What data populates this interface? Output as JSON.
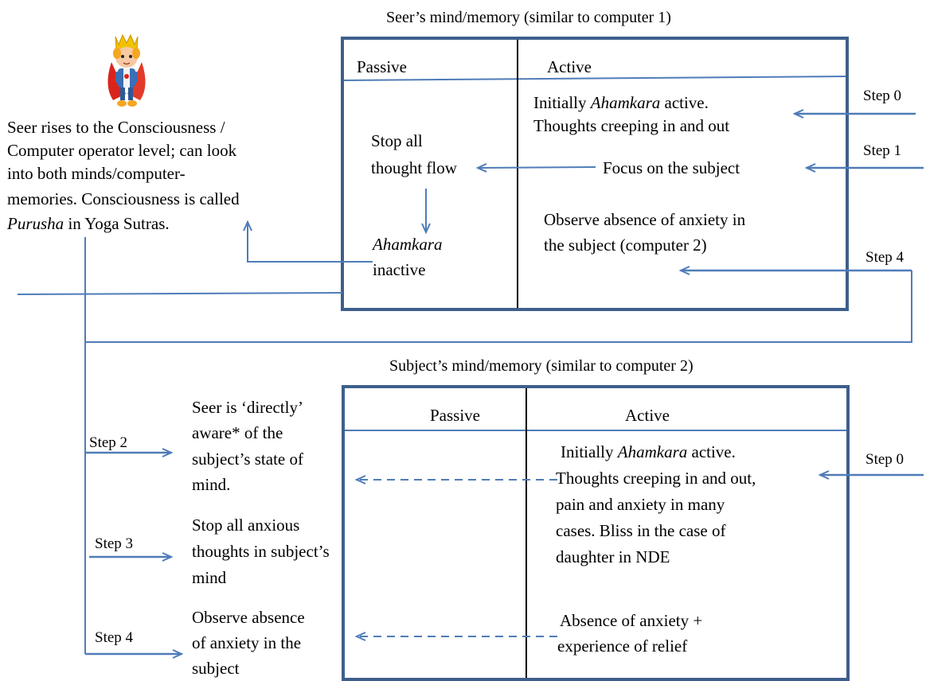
{
  "colors": {
    "line": "#4f7cb8",
    "box": "#3d5f8c",
    "divider": "#000000"
  },
  "icons": {
    "king": "king-character-icon"
  },
  "seer": {
    "title": "Seer’s mind/memory (similar to computer 1)",
    "col_passive": "Passive",
    "col_active": "Active",
    "initially_line1_term": "Ahamkara",
    "initially_line1_rest": "active.",
    "initially_line1_pre": "Initially",
    "initially_line2": "Thoughts creeping in and out",
    "focus": "Focus on the subject",
    "stop_line1": "Stop all",
    "stop_line2": "thought flow",
    "ahamkara_term": "Ahamkara",
    "ahamkara_rest": "inactive",
    "observe_line1": "Observe absence of anxiety in",
    "observe_line2": "the subject (computer 2)"
  },
  "consciousness": {
    "line1": "Seer rises to the Consciousness /",
    "line2": "Computer operator level; can look",
    "line3": "into both minds/computer-",
    "line4": "memories. Consciousness is called",
    "line5_term": "Purusha",
    "line5_rest": "in Yoga Sutras."
  },
  "steps_right": {
    "step0": "Step 0",
    "step1": "Step 1",
    "step4": "Step 4",
    "step0b": "Step 0"
  },
  "subject": {
    "title": "Subject’s mind/memory (similar to computer 2)",
    "col_passive": "Passive",
    "col_active": "Active",
    "init_pre": "Initially",
    "init_term": "Ahamkara",
    "init_rest": "active.",
    "init_line2": "Thoughts creeping in and out,",
    "init_line3": "pain and anxiety in many",
    "init_line4": "cases. Bliss in the case of",
    "init_line5": "daughter in NDE",
    "absence_line1": "Absence of anxiety +",
    "absence_line2": "experience of relief"
  },
  "steps_left": {
    "step2": "Step 2",
    "step2_text": [
      "Seer is ‘directly’",
      "aware* of the",
      "subject’s state of",
      "mind."
    ],
    "step3": "Step 3",
    "step3_text": [
      "Stop all anxious",
      "thoughts in subject’s",
      "mind"
    ],
    "step4": "Step 4",
    "step4_text": [
      "Observe absence",
      "of anxiety in the",
      "subject"
    ]
  }
}
